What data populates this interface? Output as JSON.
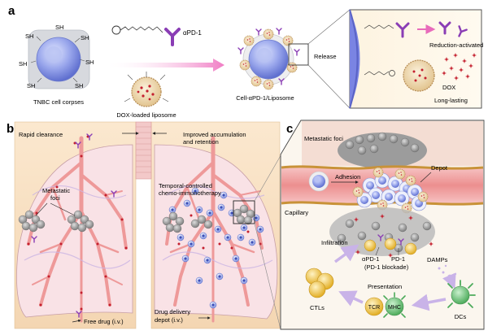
{
  "panels": {
    "a": {
      "letter": "a",
      "cell_label": "TNBC cell corpses",
      "thiol_label": "SH",
      "antibody_label": "αPD-1",
      "liposome_label": "DOX-loaded liposome",
      "conjugate_label": "Cell-αPD-1/Liposome",
      "release_label": "Release",
      "reduction_label": "Reduction-activated",
      "dox_label": "DOX",
      "long_label": "Long-lasting"
    },
    "b": {
      "letter": "b",
      "rapid_label": "Rapid clearance",
      "improved_label_1": "Improved accumulation",
      "improved_label_2": "and retention",
      "foci_label_1": "Metastatic",
      "foci_label_2": "foci",
      "temporal_label_1": "Temporal-controlled",
      "temporal_label_2": "chemo-immunotherapy",
      "free_drug_label": "Free drug (i.v.)",
      "depot_label_1": "Drug delivery",
      "depot_label_2": "depot (i.v.)"
    },
    "c": {
      "letter": "c",
      "foci_label": "Metastatic foci",
      "adhesion_label": "Adhesion",
      "depot_label": "Depot",
      "capillary_label": "Capillary",
      "infiltration_label": "Infiltration",
      "apd1_label": "αPD-1",
      "pd1_label": "PD-1",
      "blockade_label": "(PD-1 blockade)",
      "damps_label": "DAMPs",
      "ctls_label": "CTLs",
      "presentation_label": "Presentation",
      "tcr_label": "TCR",
      "mhc_label": "MHC",
      "dcs_label": "DCs"
    }
  },
  "colors": {
    "cell": "#8e9ce6",
    "antibody": "#8a3db5",
    "liposome": "#e9d3a8",
    "dox": "#c41f2e",
    "vessel": "#f2a4a4",
    "lung_bg": "#f7e0c3",
    "arrow_pink": "#f07cc4",
    "capillary": "#c89238",
    "ctl": "#f3c744",
    "dc": "#6dc879",
    "tumor": "#a6a6a6"
  }
}
